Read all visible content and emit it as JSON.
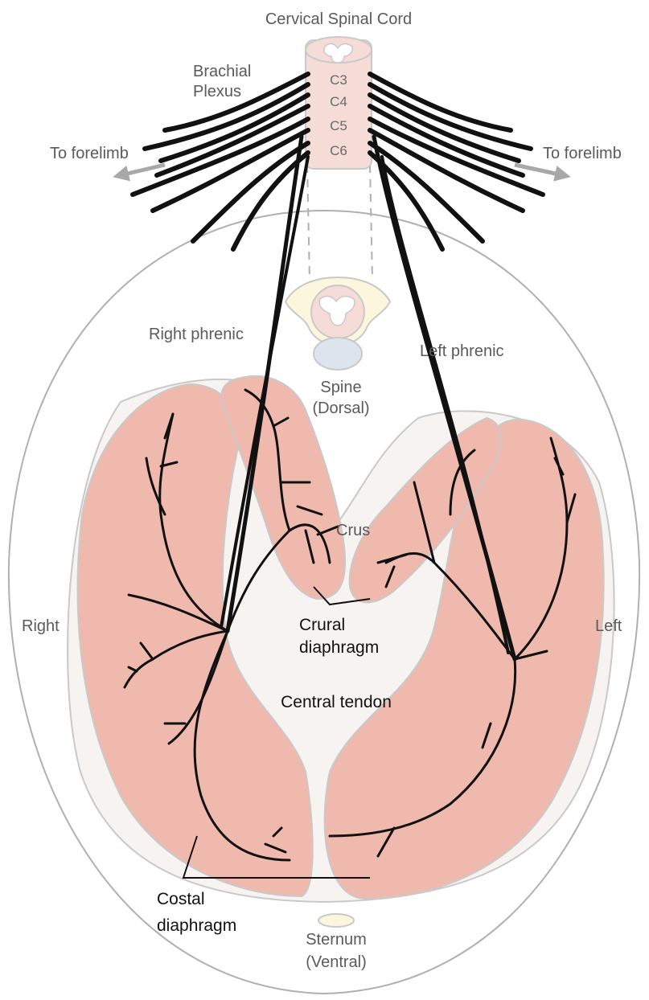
{
  "labels": {
    "cervical_spinal_cord": "Cervical Spinal Cord",
    "brachial_line1": "Brachial",
    "brachial_line2": "Plexus",
    "to_forelimb_left": "To forelimb",
    "to_forelimb_right": "To forelimb",
    "right_phrenic": "Right phrenic",
    "left_phrenic": "Left phrenic",
    "spine_line1": "Spine",
    "spine_line2": "(Dorsal)",
    "crus": "Crus",
    "crural_line1": "Crural",
    "crural_line2": "diaphragm",
    "central_tendon": "Central tendon",
    "right": "Right",
    "left": "Left",
    "costal_line1": "Costal",
    "costal_line2": "diaphragm",
    "sternum_line1": "Sternum",
    "sternum_line2": "(Ventral)"
  },
  "segments": [
    "C3",
    "C4",
    "C5",
    "C6"
  ],
  "colors": {
    "muscle": "#f0b9ae",
    "muscle_stroke": "#c9c9c9",
    "tendon": "#f6f3f0",
    "cord": "#f6dcd6",
    "nerve": "#111111",
    "arrow": "#a8a8a8",
    "outline": "#b0b0b0"
  }
}
